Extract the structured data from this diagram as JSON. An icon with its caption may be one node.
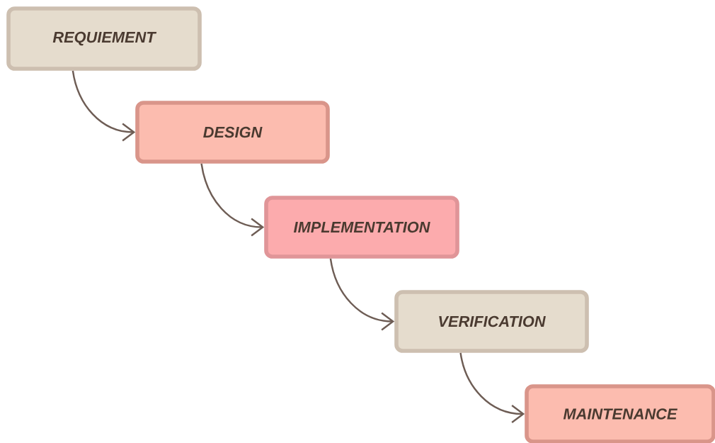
{
  "diagram": {
    "nodes": [
      {
        "text": [
          "REQUIEMENT"
        ]
      },
      {
        "text": [
          "DESIGN"
        ]
      },
      {
        "text": [
          "IMPLEMENTATION"
        ]
      },
      {
        "text": [
          "VERIFICATION"
        ]
      },
      {
        "text": [
          "MAINTENANCE"
        ]
      }
    ],
    "edges": [
      {
        "from": 0,
        "to": 1,
        "arrow": "to"
      },
      {
        "from": 1,
        "to": 2,
        "arrow": "to"
      },
      {
        "from": 2,
        "to": 3,
        "arrow": "to"
      },
      {
        "from": 3,
        "to": 4,
        "arrow": "to"
      }
    ]
  }
}
